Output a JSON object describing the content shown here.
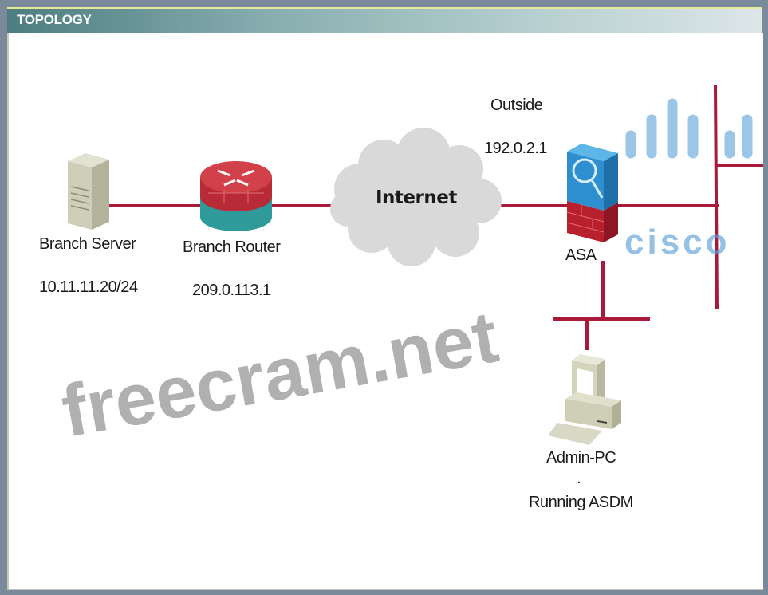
{
  "header": {
    "title": "TOPOLOGY"
  },
  "colors": {
    "link": "#a8193a",
    "router_top": "#c0303a",
    "router_base": "#2e9a9a",
    "asa_body": "#2d8fd0",
    "cloud": "#d9d9d9",
    "watermark": "#969696",
    "cisco_logo": "#5aa0d7"
  },
  "devices": {
    "branch_server": {
      "name": "Branch Server",
      "ip": "10.11.11.20/24",
      "icon": "server-icon"
    },
    "branch_router": {
      "name": "Branch Router",
      "ip": "209.0.113.1",
      "icon": "router-icon"
    },
    "internet": {
      "name": "Internet",
      "icon": "cloud-icon"
    },
    "asa": {
      "name": "ASA",
      "interface": "Outside",
      "ip": "192.0.2.1",
      "icon": "firewall-icon"
    },
    "admin_pc": {
      "name": "Admin-PC",
      "dot": ".",
      "note": "Running ASDM",
      "icon": "pc-icon"
    }
  },
  "watermarks": {
    "site": "freecram.net",
    "logo_text": "cisco"
  }
}
